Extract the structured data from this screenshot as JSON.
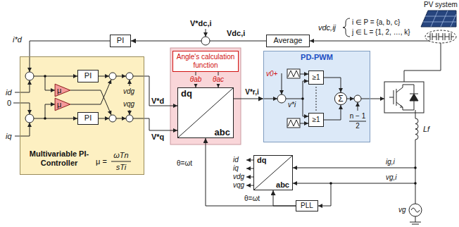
{
  "diagram": {
    "nodes": [
      {
        "text": [
          "PI"
        ]
      },
      {
        "text": [
          "Average"
        ]
      },
      {
        "text": [
          "Multivariable PI-Controller",
          "μ =",
          "ωTn",
          "sTi"
        ]
      },
      {
        "text": [
          "PI"
        ],
        "in": 2
      },
      {
        "text": [
          "μ"
        ],
        "in": 2
      },
      {
        "text": [
          "μ"
        ],
        "in": 2
      },
      {
        "text": [
          "PI"
        ],
        "in": 2
      },
      {
        "text": [
          "Angle's calculation function"
        ]
      },
      {
        "text": [
          "dq",
          "abc"
        ]
      },
      {
        "text": [
          "PD-PWM"
        ]
      },
      {
        "text": [
          "≥1"
        ],
        "in": 9
      },
      {
        "text": [
          "≥1"
        ],
        "in": 9
      },
      {
        "text": [
          "Σ"
        ],
        "in": 9
      },
      {
        "text": [
          "dq",
          "abc"
        ]
      },
      {
        "text": [
          "PLL"
        ]
      }
    ],
    "edges": [
      {
        "from": 1,
        "to": 0,
        "arrow": "to"
      },
      {
        "from": 7,
        "to": 8,
        "label": "θab",
        "arrow": "to"
      },
      {
        "from": 7,
        "to": 8,
        "label": "θac",
        "arrow": "to"
      },
      {
        "from": 8,
        "to": 9,
        "label": "V*r,i",
        "arrow": "to"
      },
      {
        "from": 14,
        "to": 13,
        "label": "θ=ωt",
        "arrow": "to"
      },
      {
        "from": 14,
        "to": 8,
        "label": "θ=ωt",
        "arrow": "to"
      }
    ],
    "labels": [
      "PV system",
      "vdc,ij",
      "i ∈ P = {a, b, c}",
      "j ∈ L = {1, 2, …, k}",
      "V*dc,i",
      "Vdc,i",
      "i*d",
      "id",
      "0",
      "iq",
      "vdg",
      "vqg",
      "V*d",
      "V*q",
      "v0+",
      "v*i",
      "n − 1",
      "2",
      "Lf",
      "ig,i",
      "vg,i",
      "vg",
      "id",
      "iq",
      "vdg",
      "vqg"
    ]
  }
}
